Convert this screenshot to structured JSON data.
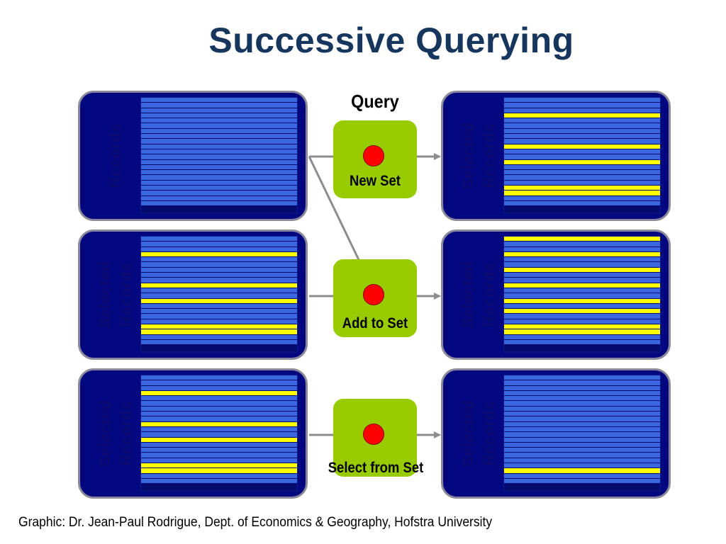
{
  "title": "Successive Querying",
  "query_header": "Query",
  "panels": [
    {
      "id": "records-all",
      "label": "Records",
      "highlighted_rows": []
    },
    {
      "id": "result-new-set",
      "label": "Selected\nRecords",
      "highlighted_rows": [
        3,
        9,
        12,
        17,
        18
      ]
    },
    {
      "id": "input-add-to-set",
      "label": "Selected\nRecords",
      "highlighted_rows": [
        3,
        9,
        12,
        17,
        18
      ]
    },
    {
      "id": "result-add-to-set",
      "label": "Selected\nRecords",
      "highlighted_rows": [
        0,
        3,
        6,
        9,
        12,
        14,
        17,
        18
      ]
    },
    {
      "id": "input-select-from-set",
      "label": "Selected\nRecords",
      "highlighted_rows": [
        3,
        9,
        12,
        17,
        18
      ]
    },
    {
      "id": "result-select-from-set",
      "label": "Selected\nRecords",
      "highlighted_rows": [
        18
      ]
    }
  ],
  "operations": [
    {
      "id": "new-set",
      "label": "New Set"
    },
    {
      "id": "add-to-set",
      "label": "Add to Set"
    },
    {
      "id": "select-from-set",
      "label": "Select from Set"
    }
  ],
  "credit": "Graphic:  Dr. Jean-Paul Rodrigue, Dept. of Economics & Geography, Hofstra University",
  "colors": {
    "title": "#17365d",
    "panel_background": "#040880",
    "record_row": "#3a66e0",
    "selected_row": "#ffff00",
    "operation_box": "#99cc00",
    "operation_dot": "#ff0000",
    "arrow": "#8c8c8c"
  }
}
